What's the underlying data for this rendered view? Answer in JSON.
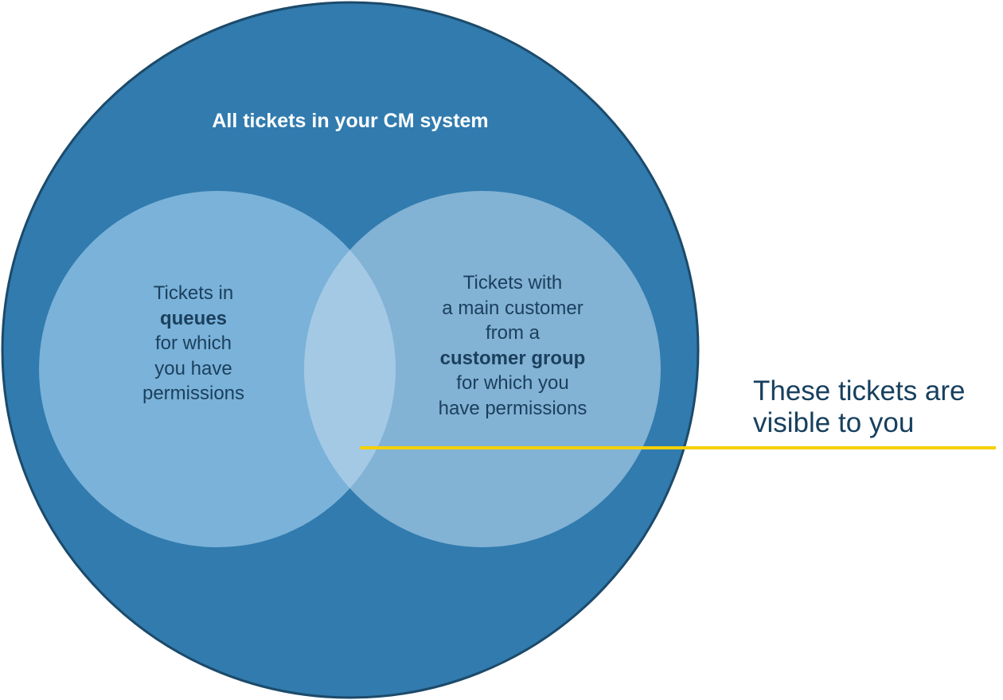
{
  "diagram": {
    "type": "venn",
    "outer": {
      "label": "All tickets in your CM system",
      "color": "#317bae",
      "border_color": "#1c4a6a"
    },
    "left_set": {
      "lines": [
        {
          "text": "Tickets in",
          "bold": false
        },
        {
          "text": "queues",
          "bold": true
        },
        {
          "text": "for which",
          "bold": false
        },
        {
          "text": "you have",
          "bold": false
        },
        {
          "text": "permissions",
          "bold": false
        }
      ],
      "color": "#7ab2d9"
    },
    "right_set": {
      "lines": [
        {
          "text": "Tickets with",
          "bold": false
        },
        {
          "text": "a main customer",
          "bold": false
        },
        {
          "text": "from a",
          "bold": false
        },
        {
          "text": "customer group",
          "bold": true
        },
        {
          "text": "for which you",
          "bold": false
        },
        {
          "text": "have permissions",
          "bold": false
        }
      ],
      "color": "#82b2d4"
    },
    "intersection_color": "#a4c9e5",
    "callout": {
      "lines": [
        "These tickets are",
        "visible to you"
      ],
      "line_color": "#f5d000"
    }
  }
}
